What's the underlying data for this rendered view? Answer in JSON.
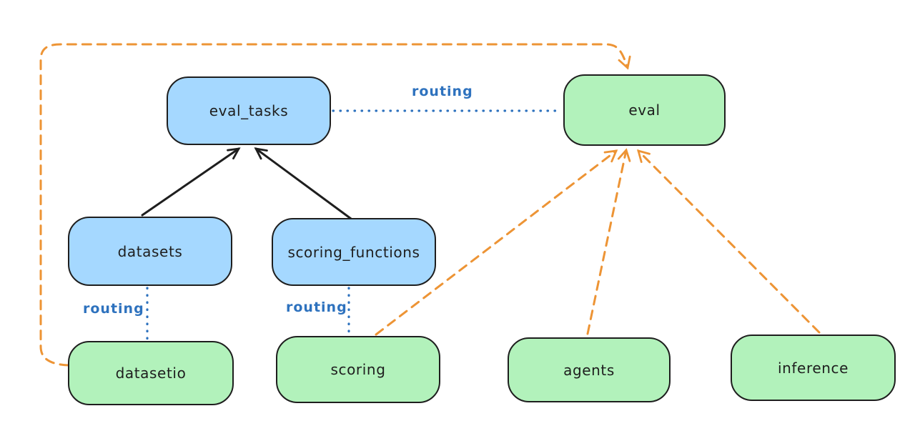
{
  "nodes": {
    "eval_tasks": {
      "label": "eval_tasks",
      "color": "blue"
    },
    "eval": {
      "label": "eval",
      "color": "green"
    },
    "datasets": {
      "label": "datasets",
      "color": "blue"
    },
    "scoring_functions": {
      "label": "scoring_functions",
      "color": "blue"
    },
    "datasetio": {
      "label": "datasetio",
      "color": "green"
    },
    "scoring": {
      "label": "scoring",
      "color": "green"
    },
    "agents": {
      "label": "agents",
      "color": "green"
    },
    "inference": {
      "label": "inference",
      "color": "green"
    }
  },
  "edges": [
    {
      "from": "datasets",
      "to": "eval_tasks",
      "style": "solid",
      "arrow": true,
      "color": "#1e1e1e"
    },
    {
      "from": "scoring_functions",
      "to": "eval_tasks",
      "style": "solid",
      "arrow": true,
      "color": "#1e1e1e"
    },
    {
      "from": "eval_tasks",
      "to": "eval",
      "style": "dotted",
      "arrow": false,
      "color": "#2e72be",
      "label": "routing"
    },
    {
      "from": "datasets",
      "to": "datasetio",
      "style": "dotted",
      "arrow": false,
      "color": "#2e72be",
      "label": "routing"
    },
    {
      "from": "scoring_functions",
      "to": "scoring",
      "style": "dotted",
      "arrow": false,
      "color": "#2e72be",
      "label": "routing"
    },
    {
      "from": "datasetio",
      "to": "eval",
      "style": "dashed",
      "arrow": true,
      "color": "#ed9435"
    },
    {
      "from": "scoring",
      "to": "eval",
      "style": "dashed",
      "arrow": true,
      "color": "#ed9435"
    },
    {
      "from": "agents",
      "to": "eval",
      "style": "dashed",
      "arrow": true,
      "color": "#ed9435"
    },
    {
      "from": "inference",
      "to": "eval",
      "style": "dashed",
      "arrow": true,
      "color": "#ed9435"
    }
  ],
  "colors": {
    "background": "#ffffff",
    "ink": "#1e1e1e",
    "blue_fill": "#a5d8ff",
    "green_fill": "#b2f2bb",
    "blue_line": "#2e72be",
    "orange_line": "#ed9435"
  }
}
